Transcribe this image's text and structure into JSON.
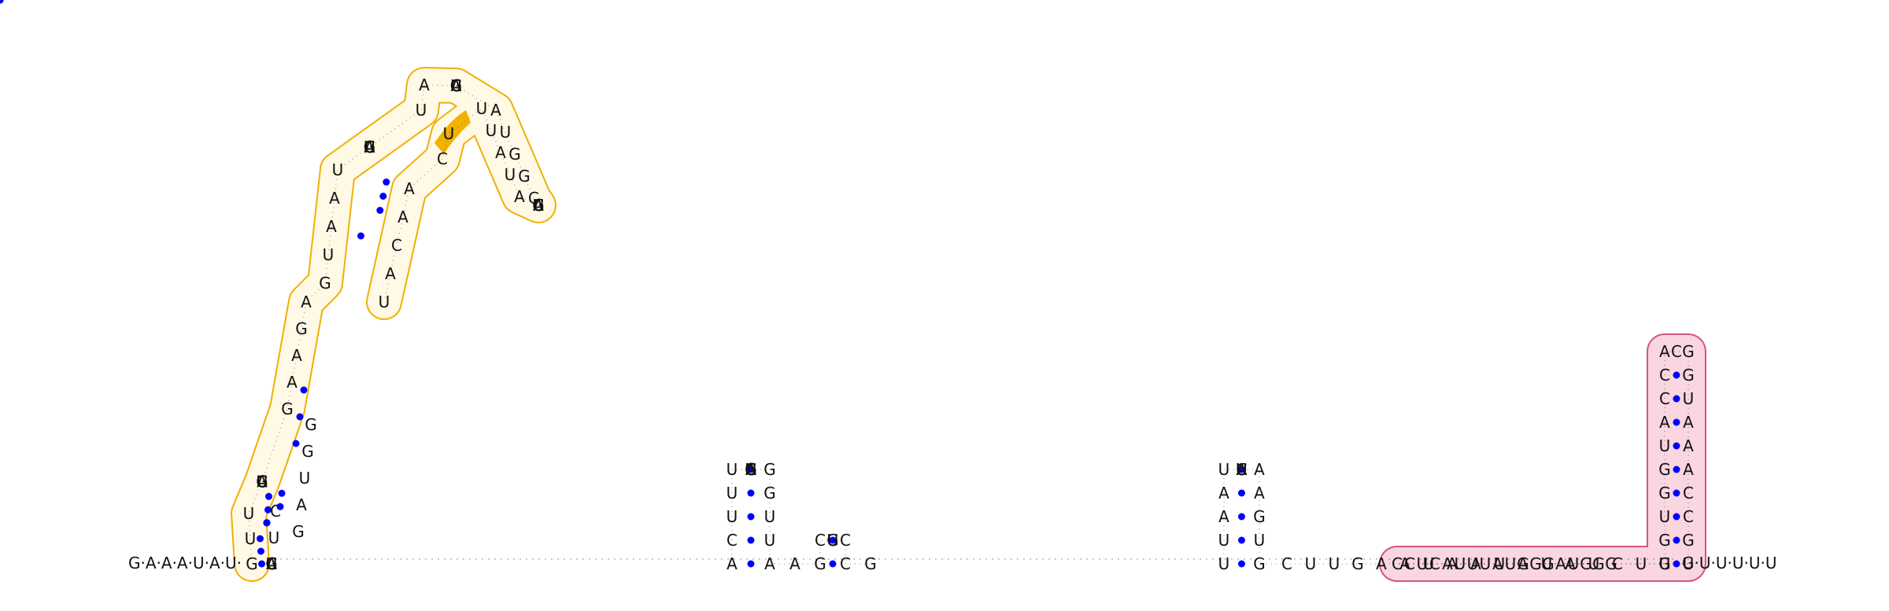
{
  "leader": "G·A·A·A·U·A·U·",
  "tail": "G·U·U·U·U·U",
  "colors": {
    "nucleotide": "#111111",
    "backbone": "#111111",
    "pair_dot": "#0000ff",
    "highlight_orange_stroke": "#f0b000",
    "highlight_orange_fill": "#fff9e6",
    "highlight_orange_marker": "#f2b200",
    "highlight_pink_stroke": "#d4567f",
    "highlight_pink_fill": "#f9d6e0"
  },
  "domains": [
    {
      "name": "orange-highlighted-multi-stem-domain",
      "bases": [
        "G",
        "U",
        "U",
        "C",
        "U",
        "G",
        "U",
        "A",
        "U",
        "U",
        "G",
        "G",
        "A",
        "A",
        "G",
        "A",
        "G",
        "U",
        "A",
        "A",
        "U",
        "A",
        "A",
        "G",
        "C",
        "U",
        "G",
        "A",
        "A",
        "A",
        "U",
        "U",
        "A",
        "C",
        "A",
        "G",
        "A",
        "G",
        "U",
        "A",
        "C",
        "A",
        "U",
        "G",
        "G",
        "C",
        "U",
        "G",
        "C",
        "U",
        "A",
        "A",
        "A",
        "G",
        "C",
        "A",
        "U",
        "A",
        "U",
        "U",
        "U",
        "C",
        "A",
        "A",
        "C",
        "A",
        "U",
        "U",
        "U",
        "A",
        "U",
        "G",
        "A",
        "G",
        "G",
        "U",
        "A",
        "G",
        "C",
        "U",
        "C",
        "A",
        "U",
        "G",
        "C",
        "U",
        "A"
      ],
      "pairs": 24
    },
    {
      "name": "hairpin-domain-1",
      "bases": [
        "A",
        "C",
        "U",
        "U",
        "U",
        "A",
        "G",
        "C",
        "U",
        "U",
        "G",
        "G",
        "U",
        "U",
        "A",
        "A",
        "A",
        "G",
        "C",
        "A",
        "A",
        "A",
        "C",
        "A",
        "A",
        "G",
        "A",
        "U",
        "A",
        "A",
        "A",
        "A",
        "U",
        "G",
        "A",
        "G",
        "G",
        "U",
        "U",
        "A",
        "A",
        "G",
        "C",
        "U",
        "U",
        "U",
        "G",
        "C",
        "C",
        "G"
      ],
      "pairs": 8
    },
    {
      "name": "hairpin-domain-2",
      "bases": [
        "U",
        "U",
        "A",
        "A",
        "U",
        "C",
        "A",
        "U",
        "A",
        "A",
        "U",
        "U",
        "U",
        "U",
        "A",
        "A",
        "G",
        "U",
        "G",
        "C",
        "U",
        "U",
        "G",
        "A",
        "A",
        "U",
        "A",
        "A",
        "U",
        "G",
        "U",
        "A",
        "U",
        "C",
        "U",
        "U",
        "U"
      ],
      "pairs": 6
    },
    {
      "name": "pink-highlighted-terminal-stem",
      "bases": [
        "G",
        "G",
        "U",
        "G",
        "G",
        "U",
        "A",
        "C",
        "C",
        "A",
        "C",
        "G",
        "G",
        "U",
        "A",
        "A",
        "A",
        "C",
        "C",
        "G",
        "U",
        "C",
        "C",
        "U",
        "C",
        "A",
        "U",
        "U",
        "U",
        "A",
        "U",
        "A",
        "G",
        "G",
        "A",
        "U",
        "G",
        "G",
        "G"
      ],
      "pairs": 9
    }
  ]
}
